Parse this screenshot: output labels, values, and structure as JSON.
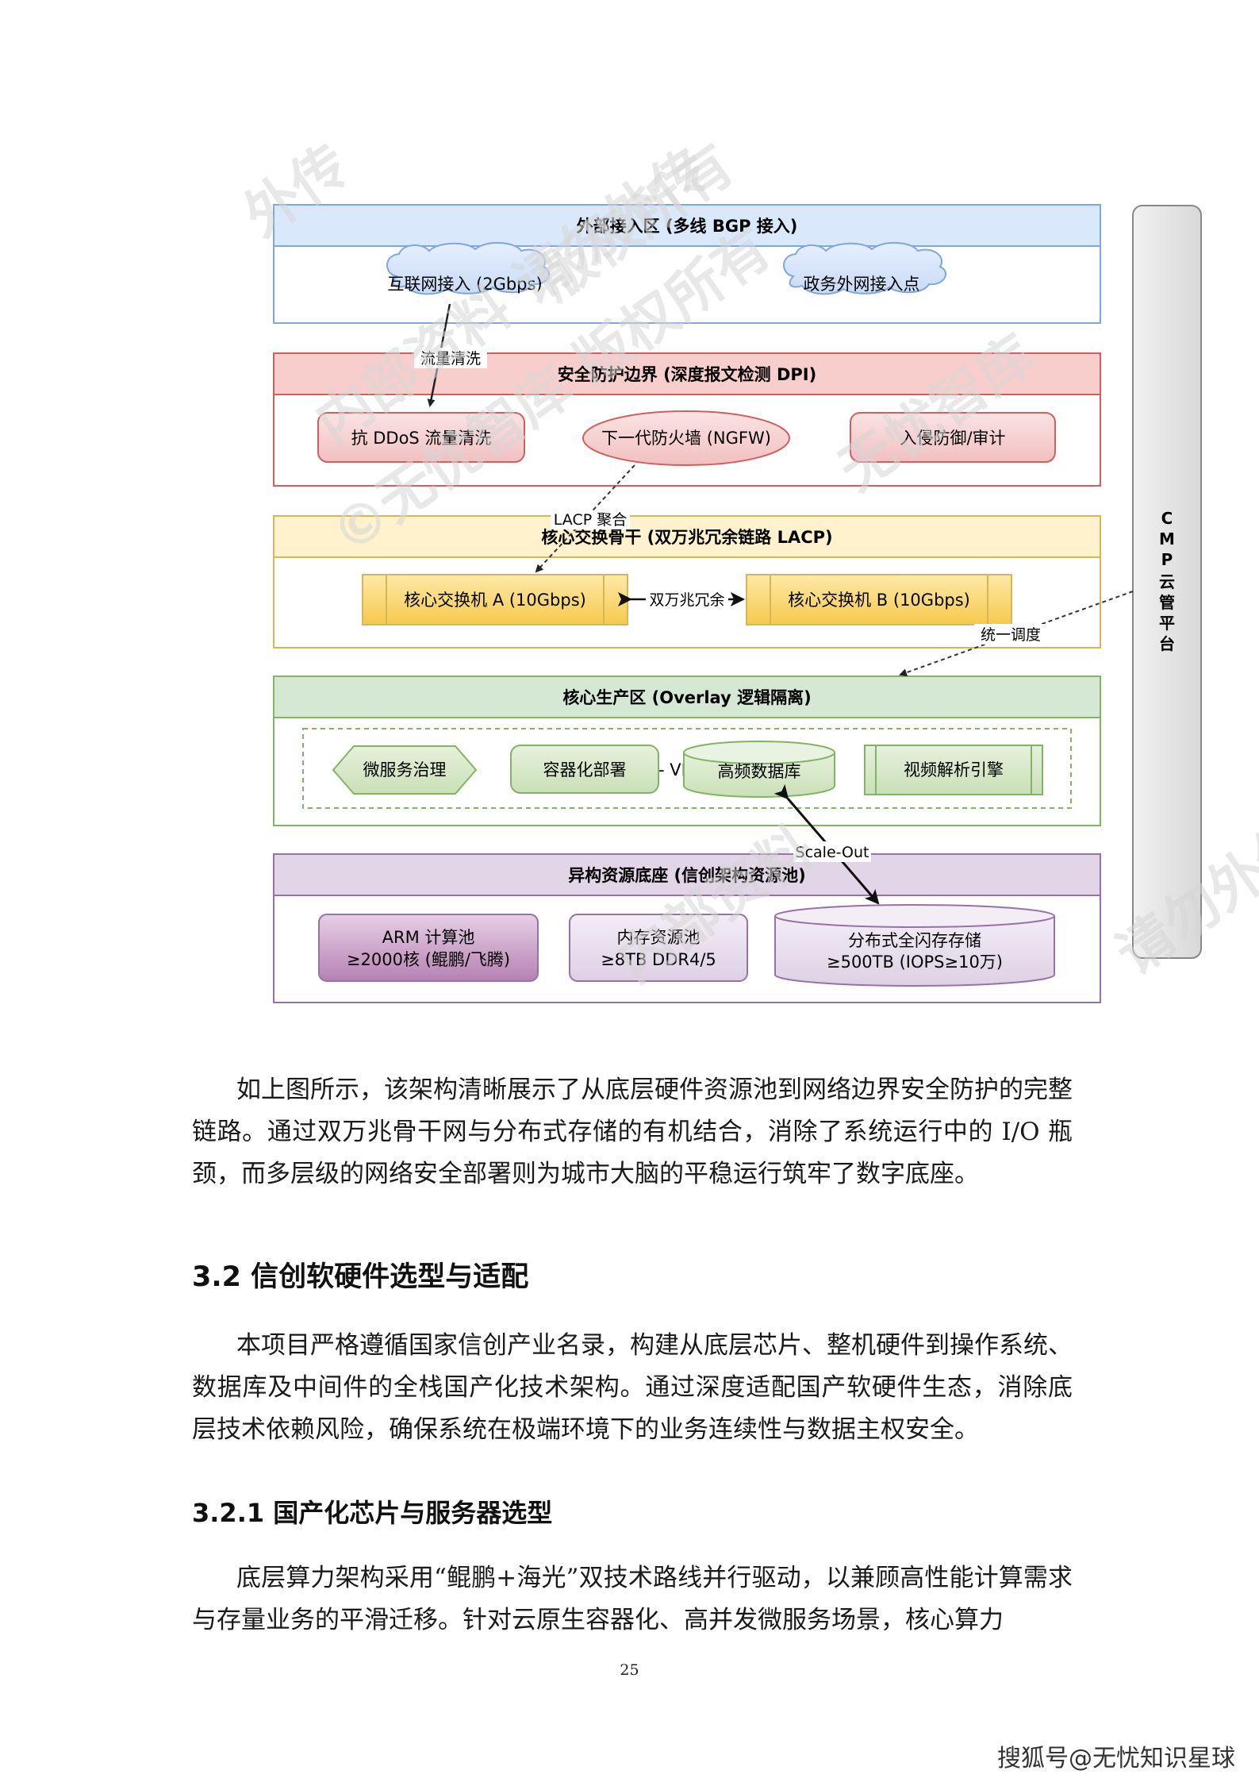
{
  "diagram": {
    "zones": {
      "external": {
        "title": "外部接入区 (多线 BGP 接入)",
        "cloud1": "互联网接入 (2Gbps)",
        "cloud2": "政务外网接入点"
      },
      "security": {
        "title": "安全防护边界 (深度报文检测 DPI)",
        "ddos": "抗 DDoS 流量清洗",
        "ngfw": "下一代防火墙 (NGFW)",
        "ids": "入侵防御/审计"
      },
      "core": {
        "title": "核心交换骨干 (双万兆冗余链路 LACP)",
        "switch_a": "核心交换机 A (10Gbps)",
        "switch_b": "核心交换机 B (10Gbps)",
        "link": "双万兆冗余"
      },
      "production": {
        "title": "核心生产区 (Overlay 逻辑隔离)",
        "microservice": "微服务治理",
        "container": "容器化部署",
        "vpc_partial": "- VP",
        "database": "高频数据库",
        "video": "视频解析引擎"
      },
      "resources": {
        "title": "异构资源底座 (信创架构资源池)",
        "arm_line1": "ARM 计算池",
        "arm_line2": "≥2000核 (鲲鹏/飞腾)",
        "mem_line1": "内存资源池",
        "mem_line2": "≥8TB DDR4/5",
        "storage_line1": "分布式全闪存存储",
        "storage_line2": "≥500TB (IOPS≥10万)"
      }
    },
    "edge_labels": {
      "traffic_clean": "流量清洗",
      "lacp": "LACP 聚合",
      "dispatch": "统一调度",
      "scale_out": "Scale-Out"
    },
    "cmp_platform": [
      "C",
      "M",
      "P",
      "云",
      "管",
      "平",
      "台"
    ],
    "watermark": [
      "外传",
      "内部资料 请勿外传",
      "版权所有",
      "无忧智库",
      "©无忧智库 版权所有",
      "内部资料",
      "请勿外传"
    ]
  },
  "text": {
    "para1": "如上图所示，该架构清晰展示了从底层硬件资源池到网络边界安全防护的完整链路。通过双万兆骨干网与分布式存储的有机结合，消除了系统运行中的 I/O 瓶颈，而多层级的网络安全部署则为城市大脑的平稳运行筑牢了数字底座。",
    "h2": "3.2 信创软硬件选型与适配",
    "para2": "本项目严格遵循国家信创产业名录，构建从底层芯片、整机硬件到操作系统、数据库及中间件的全栈国产化技术架构。通过深度适配国产软硬件生态，消除底层技术依赖风险，确保系统在极端环境下的业务连续性与数据主权安全。",
    "h3": "3.2.1 国产化芯片与服务器选型",
    "para3": "底层算力架构采用“鲲鹏+海光”双技术路线并行驱动，以兼顾高性能计算需求与存量业务的平滑迁移。针对云原生容器化、高并发微服务场景，核心算力",
    "page_number": "25",
    "footer": "搜狐号@无忧知识星球"
  }
}
